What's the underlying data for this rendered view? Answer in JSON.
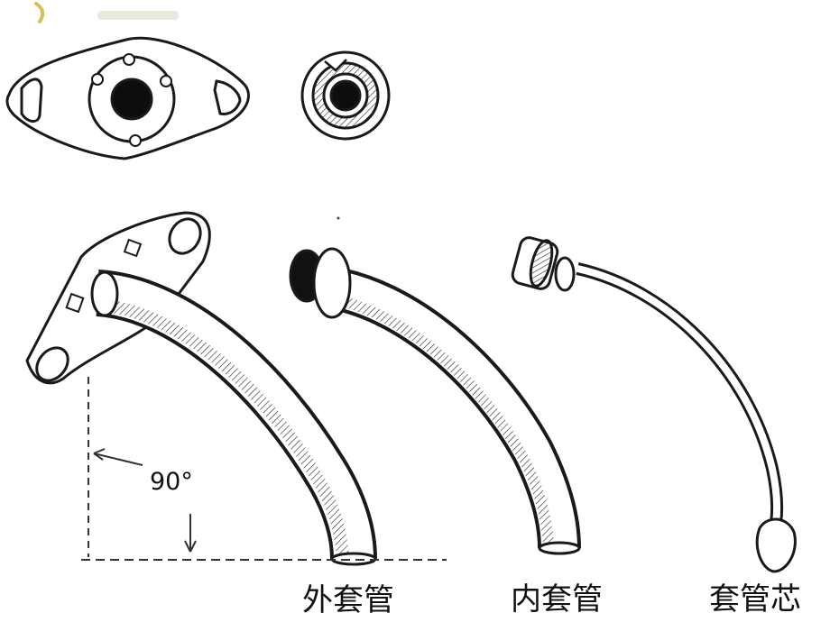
{
  "diagram": {
    "angle_label": "90°",
    "parts": [
      {
        "id": "outer",
        "label": "外套管"
      },
      {
        "id": "inner",
        "label": "内套管"
      },
      {
        "id": "obturator",
        "label": "套管芯"
      }
    ]
  },
  "colors": {
    "line": "#1a1a1a",
    "accent_mark": "#d6c25a",
    "background": "#ffffff"
  }
}
